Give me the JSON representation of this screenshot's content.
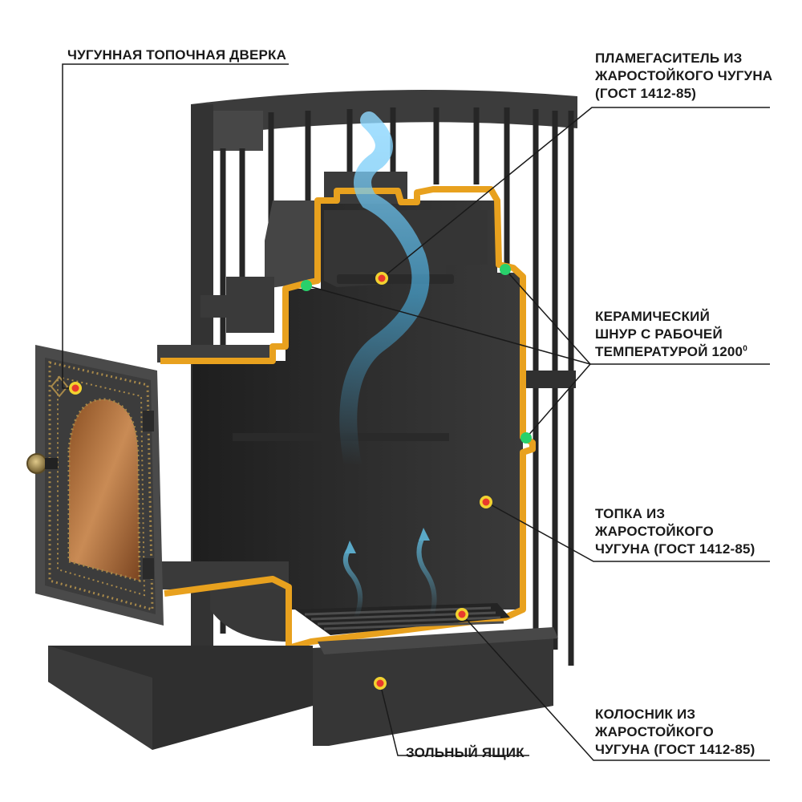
{
  "labels": {
    "door": [
      "ЧУГУННАЯ ТОПОЧНАЯ ДВЕРКА"
    ],
    "flame_damper": [
      "ПЛАМЕГАСИТЕЛЬ ИЗ",
      "ЖАРОСТОЙКОГО ЧУГУНА",
      "(ГОСТ 1412-85)"
    ],
    "ceramic_cord": [
      "КЕРАМИЧЕСКИЙ",
      "ШНУР С РАБОЧЕЙ",
      "ТЕМПЕРАТУРОЙ 1200"
    ],
    "ceramic_cord_sup": "0",
    "firebox": [
      "ТОПКА ИЗ",
      "ЖАРОСТОЙКОГО",
      "ЧУГУНА (ГОСТ 1412-85)"
    ],
    "grate": [
      "КОЛОСНИК ИЗ",
      "ЖАРОСТОЙКОГО",
      "ЧУГУНА (ГОСТ 1412-85)"
    ],
    "ash_box": [
      "ЗОЛЬНЫЙ ЯЩИК"
    ]
  },
  "colors": {
    "steel_dark": "#2b2b2b",
    "steel_mid": "#3c3c3c",
    "steel_light": "#4a4a4a",
    "seal_gold": "#e8a11e",
    "marker_red": "#e8392d",
    "marker_yellow": "#f2d230",
    "marker_green": "#29d16b",
    "flame_blue": "#4ab3e6",
    "glass_orange": "#b8743a",
    "brass": "#a8894a",
    "leader_line": "#1a1a1a"
  },
  "icons": {
    "marker_hotspot": "red-yellow-dot-icon",
    "marker_seal": "green-dot-icon",
    "flow_arrow": "heat-flow-arrow-icon"
  }
}
